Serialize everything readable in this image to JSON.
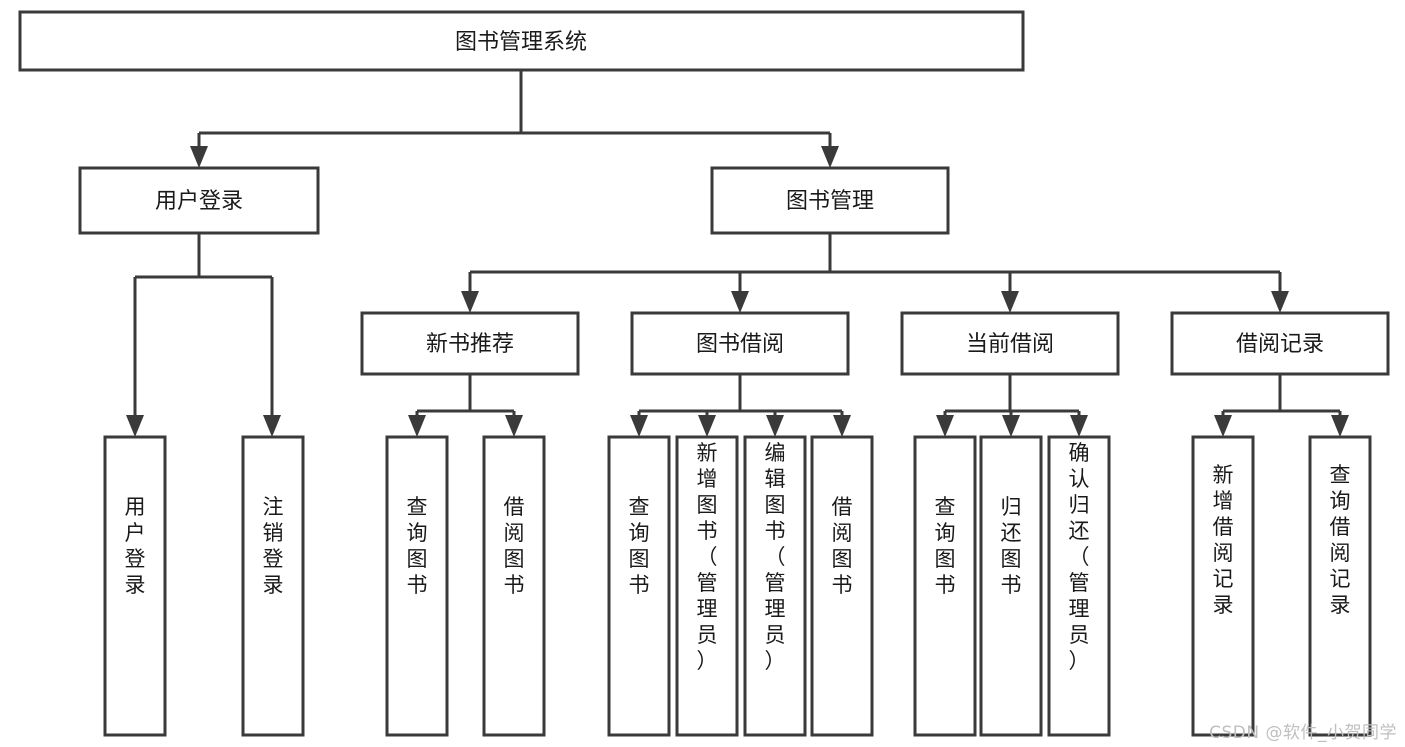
{
  "diagram": {
    "title": "图书管理系统",
    "type": "hierarchy-tree",
    "watermark": "CSDN @软件_小贺同学",
    "colors": {
      "box_fill": "#ffffff",
      "box_stroke": "#3a3a3a",
      "text": "#1a1a1a",
      "background": "#ffffff",
      "watermark": "#bfbfbf"
    },
    "root": {
      "id": "root",
      "label": "图书管理系统"
    },
    "level2": [
      {
        "id": "user-login",
        "label": "用户登录"
      },
      {
        "id": "book-management",
        "label": "图书管理"
      }
    ],
    "level3": [
      {
        "id": "new-book-recommend",
        "label": "新书推荐",
        "parent": "book-management"
      },
      {
        "id": "book-borrow",
        "label": "图书借阅",
        "parent": "book-management"
      },
      {
        "id": "current-borrow",
        "label": "当前借阅",
        "parent": "book-management"
      },
      {
        "id": "borrow-record",
        "label": "借阅记录",
        "parent": "book-management"
      }
    ],
    "leaves": [
      {
        "id": "leaf-user-login",
        "label": "用户登录",
        "parent": "user-login"
      },
      {
        "id": "leaf-user-logout",
        "label": "注销登录",
        "parent": "user-login"
      },
      {
        "id": "leaf-query-book-1",
        "label": "查询图书",
        "parent": "new-book-recommend"
      },
      {
        "id": "leaf-borrow-book-1",
        "label": "借阅图书",
        "parent": "new-book-recommend"
      },
      {
        "id": "leaf-query-book-2",
        "label": "查询图书",
        "parent": "book-borrow"
      },
      {
        "id": "leaf-add-book",
        "label": "新增图书（管理员）",
        "parent": "book-borrow"
      },
      {
        "id": "leaf-edit-book",
        "label": "编辑图书（管理员）",
        "parent": "book-borrow"
      },
      {
        "id": "leaf-borrow-book-2",
        "label": "借阅图书",
        "parent": "book-borrow"
      },
      {
        "id": "leaf-query-book-3",
        "label": "查询图书",
        "parent": "current-borrow"
      },
      {
        "id": "leaf-return-book",
        "label": "归还图书",
        "parent": "current-borrow"
      },
      {
        "id": "leaf-confirm-return",
        "label": "确认归还（管理员）",
        "parent": "current-borrow"
      },
      {
        "id": "leaf-add-record",
        "label": "新增借阅记录",
        "parent": "borrow-record"
      },
      {
        "id": "leaf-query-record",
        "label": "查询借阅记录",
        "parent": "borrow-record"
      }
    ]
  }
}
